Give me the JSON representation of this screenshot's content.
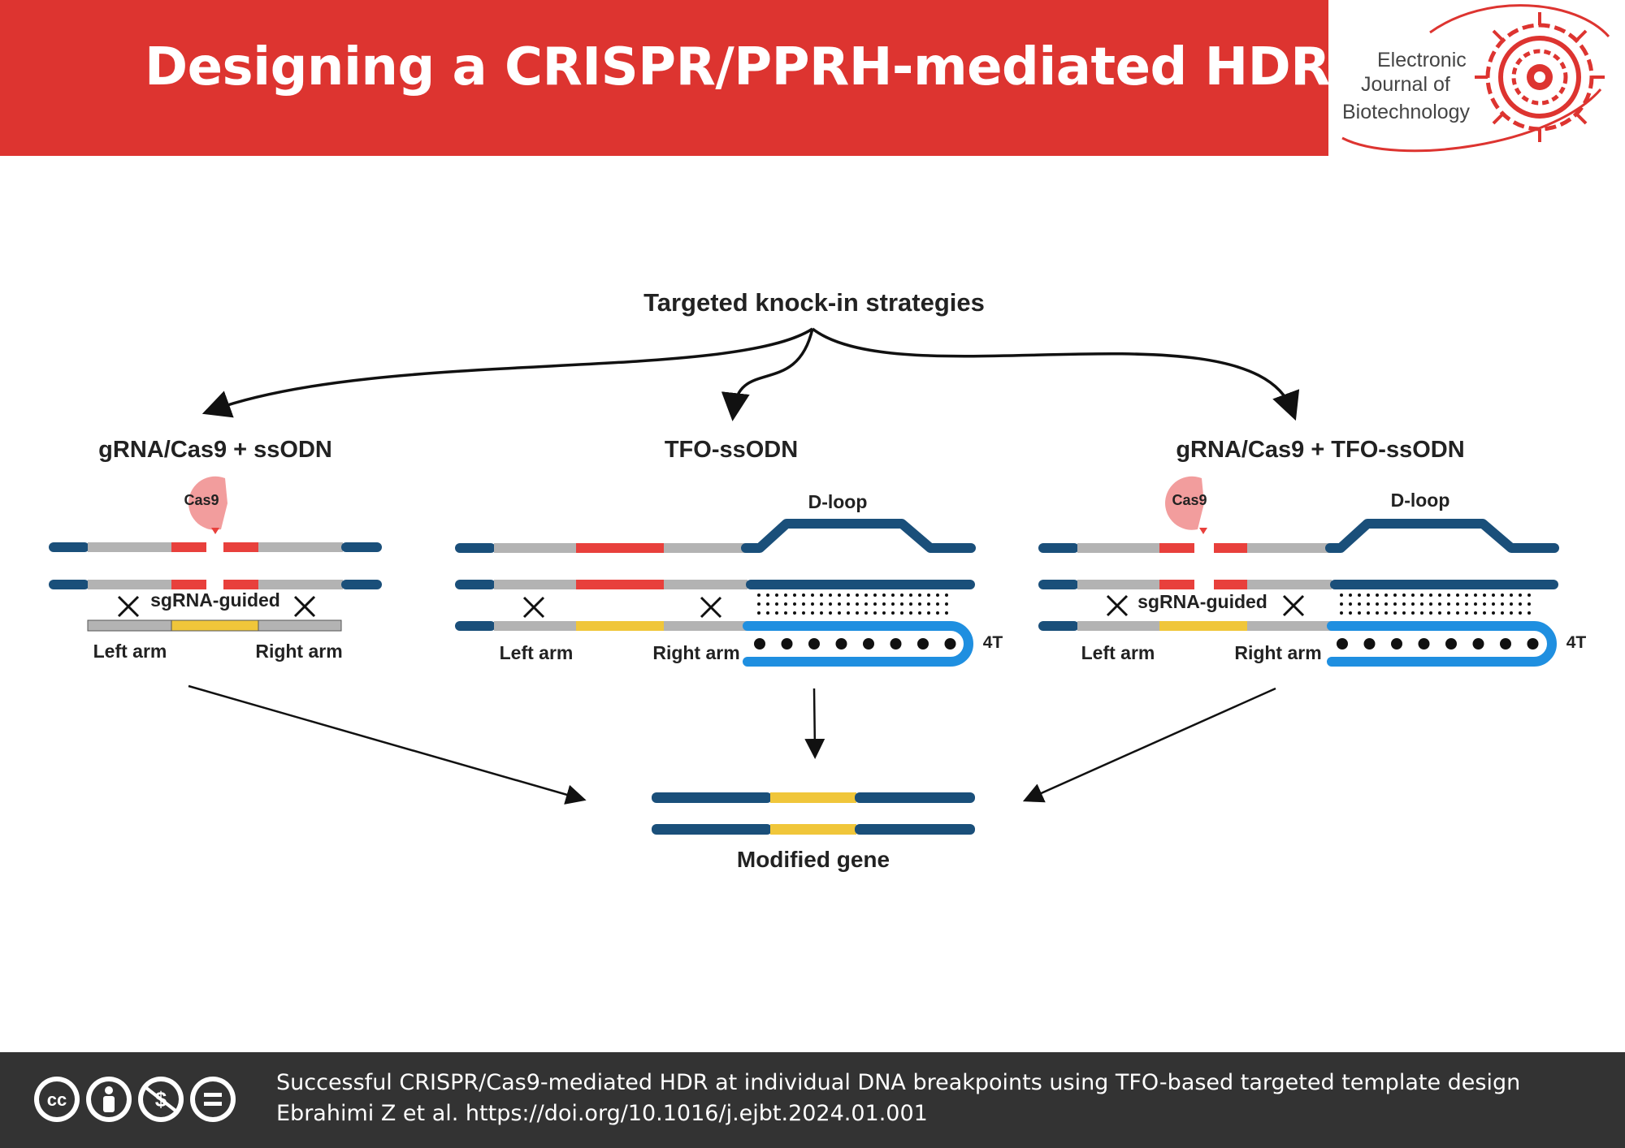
{
  "header": {
    "title": "Designing a CRISPR/PPRH-mediated HDR"
  },
  "logo": {
    "line1": "Electronic",
    "line2": "Journal of",
    "line3": "Biotechnology"
  },
  "diagram": {
    "top_label": "Targeted knock-in strategies",
    "strategies": [
      {
        "title": "gRNA/Cas9 + ssODN",
        "cas9_label": "Cas9",
        "guide_label": "sgRNA-guided",
        "left_arm": "Left arm",
        "right_arm": "Right arm"
      },
      {
        "title": "TFO-ssODN",
        "dloop_label": "D-loop",
        "left_arm": "Left arm",
        "right_arm": "Right arm",
        "hairpin_label": "4T"
      },
      {
        "title": "gRNA/Cas9 + TFO-ssODN",
        "cas9_label": "Cas9",
        "dloop_label": "D-loop",
        "guide_label": "sgRNA-guided",
        "left_arm": "Left arm",
        "right_arm": "Right arm",
        "hairpin_label": "4T"
      }
    ],
    "result_label": "Modified gene",
    "colors": {
      "dna_dark": "#1a4f7a",
      "arm_gray": "#b3b3b3",
      "target_red": "#e8403c",
      "insert_yellow": "#f0c63a",
      "hairpin_blue": "#1f8fe0",
      "cas9_pink": "#f29d9d"
    }
  },
  "footer": {
    "license_icons": [
      "cc-icon",
      "by-person-icon",
      "non-commercial-icon",
      "no-derivatives-icon"
    ],
    "citation_title": "Successful CRISPR/Cas9-mediated HDR at individual DNA breakpoints using TFO-based targeted template design",
    "citation_ref": "Ebrahimi Z et al. https://doi.org/10.1016/j.ejbt.2024.01.001"
  }
}
